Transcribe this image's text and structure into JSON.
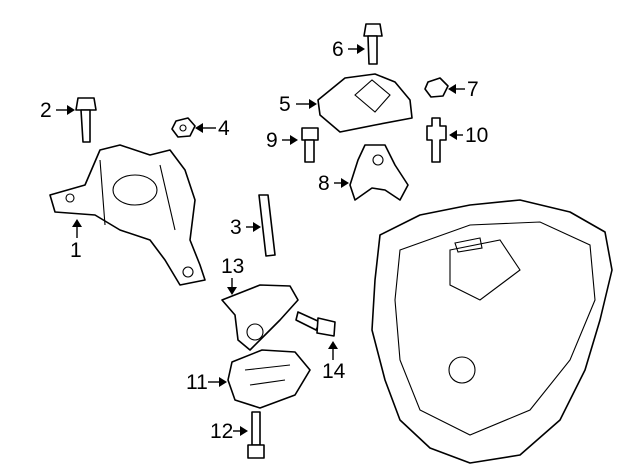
{
  "diagram": {
    "title": "Engine & transmission mounting parts",
    "callouts": [
      {
        "id": "1",
        "part": "transmission-mount-bracket"
      },
      {
        "id": "2",
        "part": "bolt"
      },
      {
        "id": "3",
        "part": "stud"
      },
      {
        "id": "4",
        "part": "nut"
      },
      {
        "id": "5",
        "part": "mount-bracket-upper"
      },
      {
        "id": "6",
        "part": "bolt"
      },
      {
        "id": "7",
        "part": "nut"
      },
      {
        "id": "8",
        "part": "bracket"
      },
      {
        "id": "9",
        "part": "bolt"
      },
      {
        "id": "10",
        "part": "stud"
      },
      {
        "id": "11",
        "part": "rear-mount"
      },
      {
        "id": "12",
        "part": "bolt"
      },
      {
        "id": "13",
        "part": "mount-bracket-lower"
      },
      {
        "id": "14",
        "part": "bolt"
      }
    ]
  }
}
